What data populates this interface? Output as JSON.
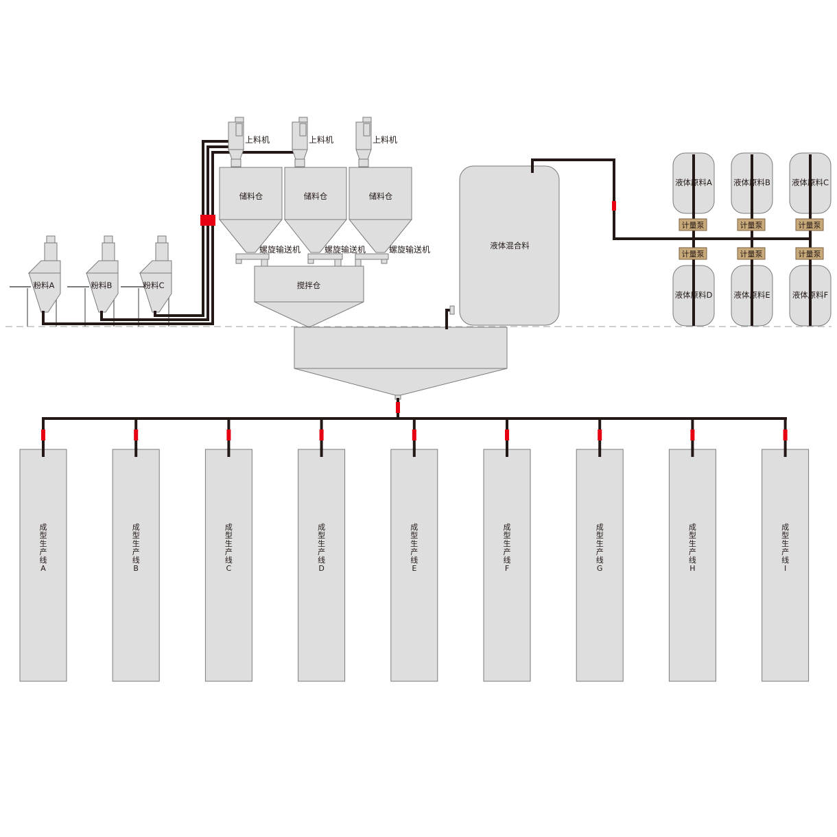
{
  "powder": [
    "粉料A",
    "粉料B",
    "粉料C"
  ],
  "loader_label": "上料机",
  "storage_label": "储料仓",
  "screw_label": "螺旋输送机",
  "mixer_label": "搅拌仓",
  "liquid_mix_label": "液体混合料",
  "liquid_top": [
    "液体原料A",
    "液体原料B",
    "液体原料C"
  ],
  "liquid_bottom": [
    "液体原料D",
    "液体原料E",
    "液体原料F"
  ],
  "pump_label": "计量泵",
  "lines": [
    {
      "label": "成型生产线",
      "suffix": "A"
    },
    {
      "label": "成型生产线",
      "suffix": "B"
    },
    {
      "label": "成型生产线",
      "suffix": "C"
    },
    {
      "label": "成型生产线",
      "suffix": "D"
    },
    {
      "label": "成型生产线",
      "suffix": "E"
    },
    {
      "label": "成型生产线",
      "suffix": "F"
    },
    {
      "label": "成型生产线",
      "suffix": "G"
    },
    {
      "label": "成型生产线",
      "suffix": "H"
    },
    {
      "label": "成型生产线",
      "suffix": "I"
    }
  ],
  "colors": {
    "equipment": "#dedede",
    "pipe": "#231815",
    "valve": "#e60012",
    "pump": "#c8a97a",
    "ground_line": "#bfbfbf"
  }
}
